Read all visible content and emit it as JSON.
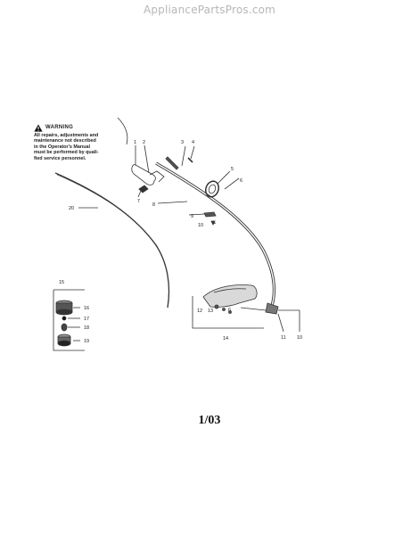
{
  "watermark": "AppliancePartsPros.com",
  "warning": {
    "title": "WARNING",
    "lines": [
      "All repairs, adjustments and",
      "maintenance not described",
      "in the Operator's Manual",
      "must be performed by quali-",
      "fied service personnel."
    ]
  },
  "footer_code": "1/03",
  "callouts": [
    "1",
    "2",
    "3",
    "4",
    "5",
    "6",
    "7",
    "8",
    "9",
    "10",
    "10",
    "11",
    "12",
    "13",
    "6",
    "14",
    "15",
    "16",
    "17",
    "18",
    "19",
    "20"
  ],
  "colors": {
    "line": "#333333",
    "watermark": "#b7b7b7"
  }
}
